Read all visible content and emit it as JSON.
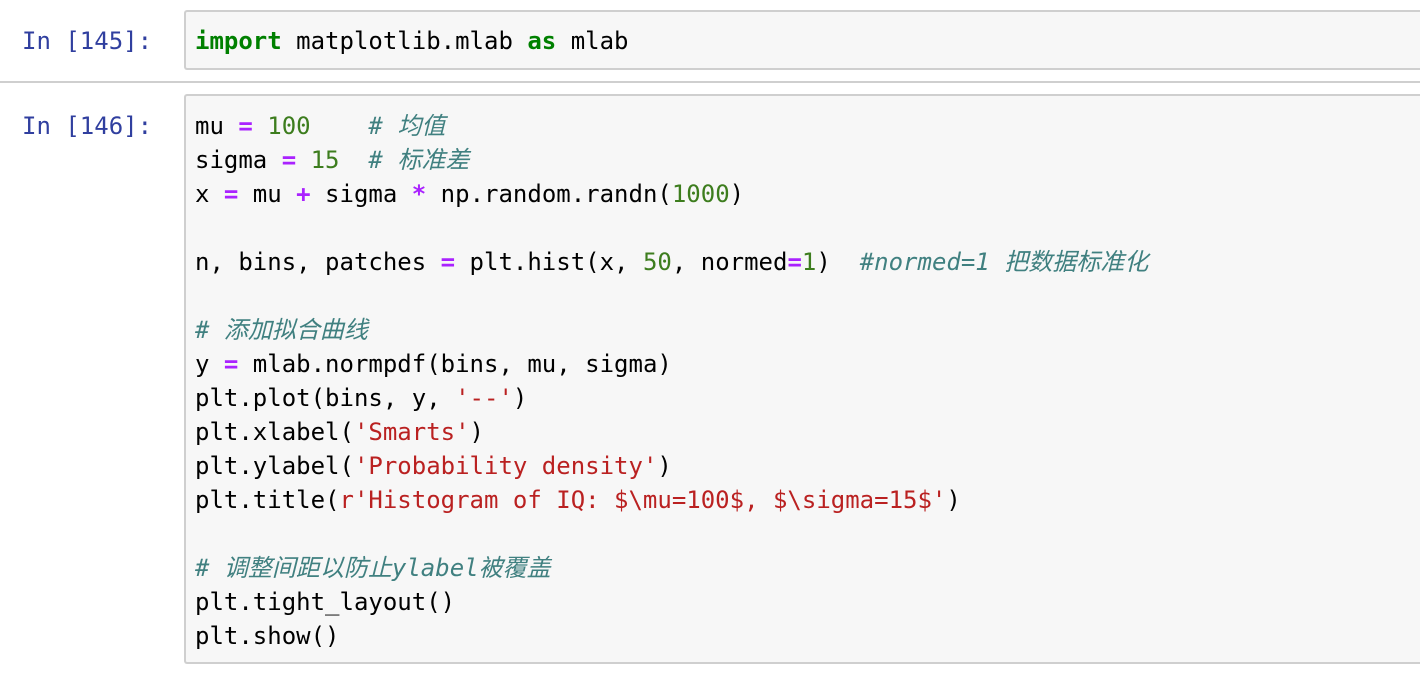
{
  "cells": [
    {
      "prompt": "In [145]:",
      "lines": [
        [
          {
            "t": "import",
            "c": "kw"
          },
          {
            "t": " matplotlib.mlab "
          },
          {
            "t": "as",
            "c": "kw"
          },
          {
            "t": " mlab"
          }
        ]
      ]
    },
    {
      "prompt": "In [146]:",
      "lines": [
        [
          {
            "t": "mu "
          },
          {
            "t": "=",
            "c": "op"
          },
          {
            "t": " "
          },
          {
            "t": "100",
            "c": "num"
          },
          {
            "t": "    "
          },
          {
            "t": "# 均值",
            "c": "cm"
          }
        ],
        [
          {
            "t": "sigma "
          },
          {
            "t": "=",
            "c": "op"
          },
          {
            "t": " "
          },
          {
            "t": "15",
            "c": "num"
          },
          {
            "t": "  "
          },
          {
            "t": "# 标准差",
            "c": "cm"
          }
        ],
        [
          {
            "t": "x "
          },
          {
            "t": "=",
            "c": "op"
          },
          {
            "t": " mu "
          },
          {
            "t": "+",
            "c": "op"
          },
          {
            "t": " sigma "
          },
          {
            "t": "*",
            "c": "op"
          },
          {
            "t": " np.random.randn("
          },
          {
            "t": "1000",
            "c": "num"
          },
          {
            "t": ")"
          }
        ],
        [],
        [
          {
            "t": "n, bins, patches "
          },
          {
            "t": "=",
            "c": "op"
          },
          {
            "t": " plt.hist(x, "
          },
          {
            "t": "50",
            "c": "num"
          },
          {
            "t": ", normed"
          },
          {
            "t": "=",
            "c": "op"
          },
          {
            "t": "1",
            "c": "num"
          },
          {
            "t": ")  "
          },
          {
            "t": "#normed=1 把数据标准化",
            "c": "cm"
          }
        ],
        [],
        [
          {
            "t": "# 添加拟合曲线",
            "c": "cm"
          }
        ],
        [
          {
            "t": "y "
          },
          {
            "t": "=",
            "c": "op"
          },
          {
            "t": " mlab.normpdf(bins, mu, sigma)"
          }
        ],
        [
          {
            "t": "plt.plot(bins, y, "
          },
          {
            "t": "'--'",
            "c": "str"
          },
          {
            "t": ")"
          }
        ],
        [
          {
            "t": "plt.xlabel("
          },
          {
            "t": "'Smarts'",
            "c": "str"
          },
          {
            "t": ")"
          }
        ],
        [
          {
            "t": "plt.ylabel("
          },
          {
            "t": "'Probability density'",
            "c": "str"
          },
          {
            "t": ")"
          }
        ],
        [
          {
            "t": "plt.title("
          },
          {
            "t": "r'Histogram of IQ: $\\mu=100$, $\\sigma=15$'",
            "c": "str"
          },
          {
            "t": ")"
          }
        ],
        [],
        [
          {
            "t": "# 调整间距以防止ylabel被覆盖",
            "c": "cm"
          }
        ],
        [
          {
            "t": "plt.tight_layout()"
          }
        ],
        [
          {
            "t": "plt.show()"
          }
        ]
      ]
    }
  ],
  "colors": {
    "prompt": "#303f9f",
    "keyword": "#008000",
    "operator": "#aa22ff",
    "number": "#3d7d1e",
    "string": "#ba2121",
    "comment": "#408080",
    "editor_bg": "#f7f7f7",
    "editor_border": "#cfcfcf"
  }
}
